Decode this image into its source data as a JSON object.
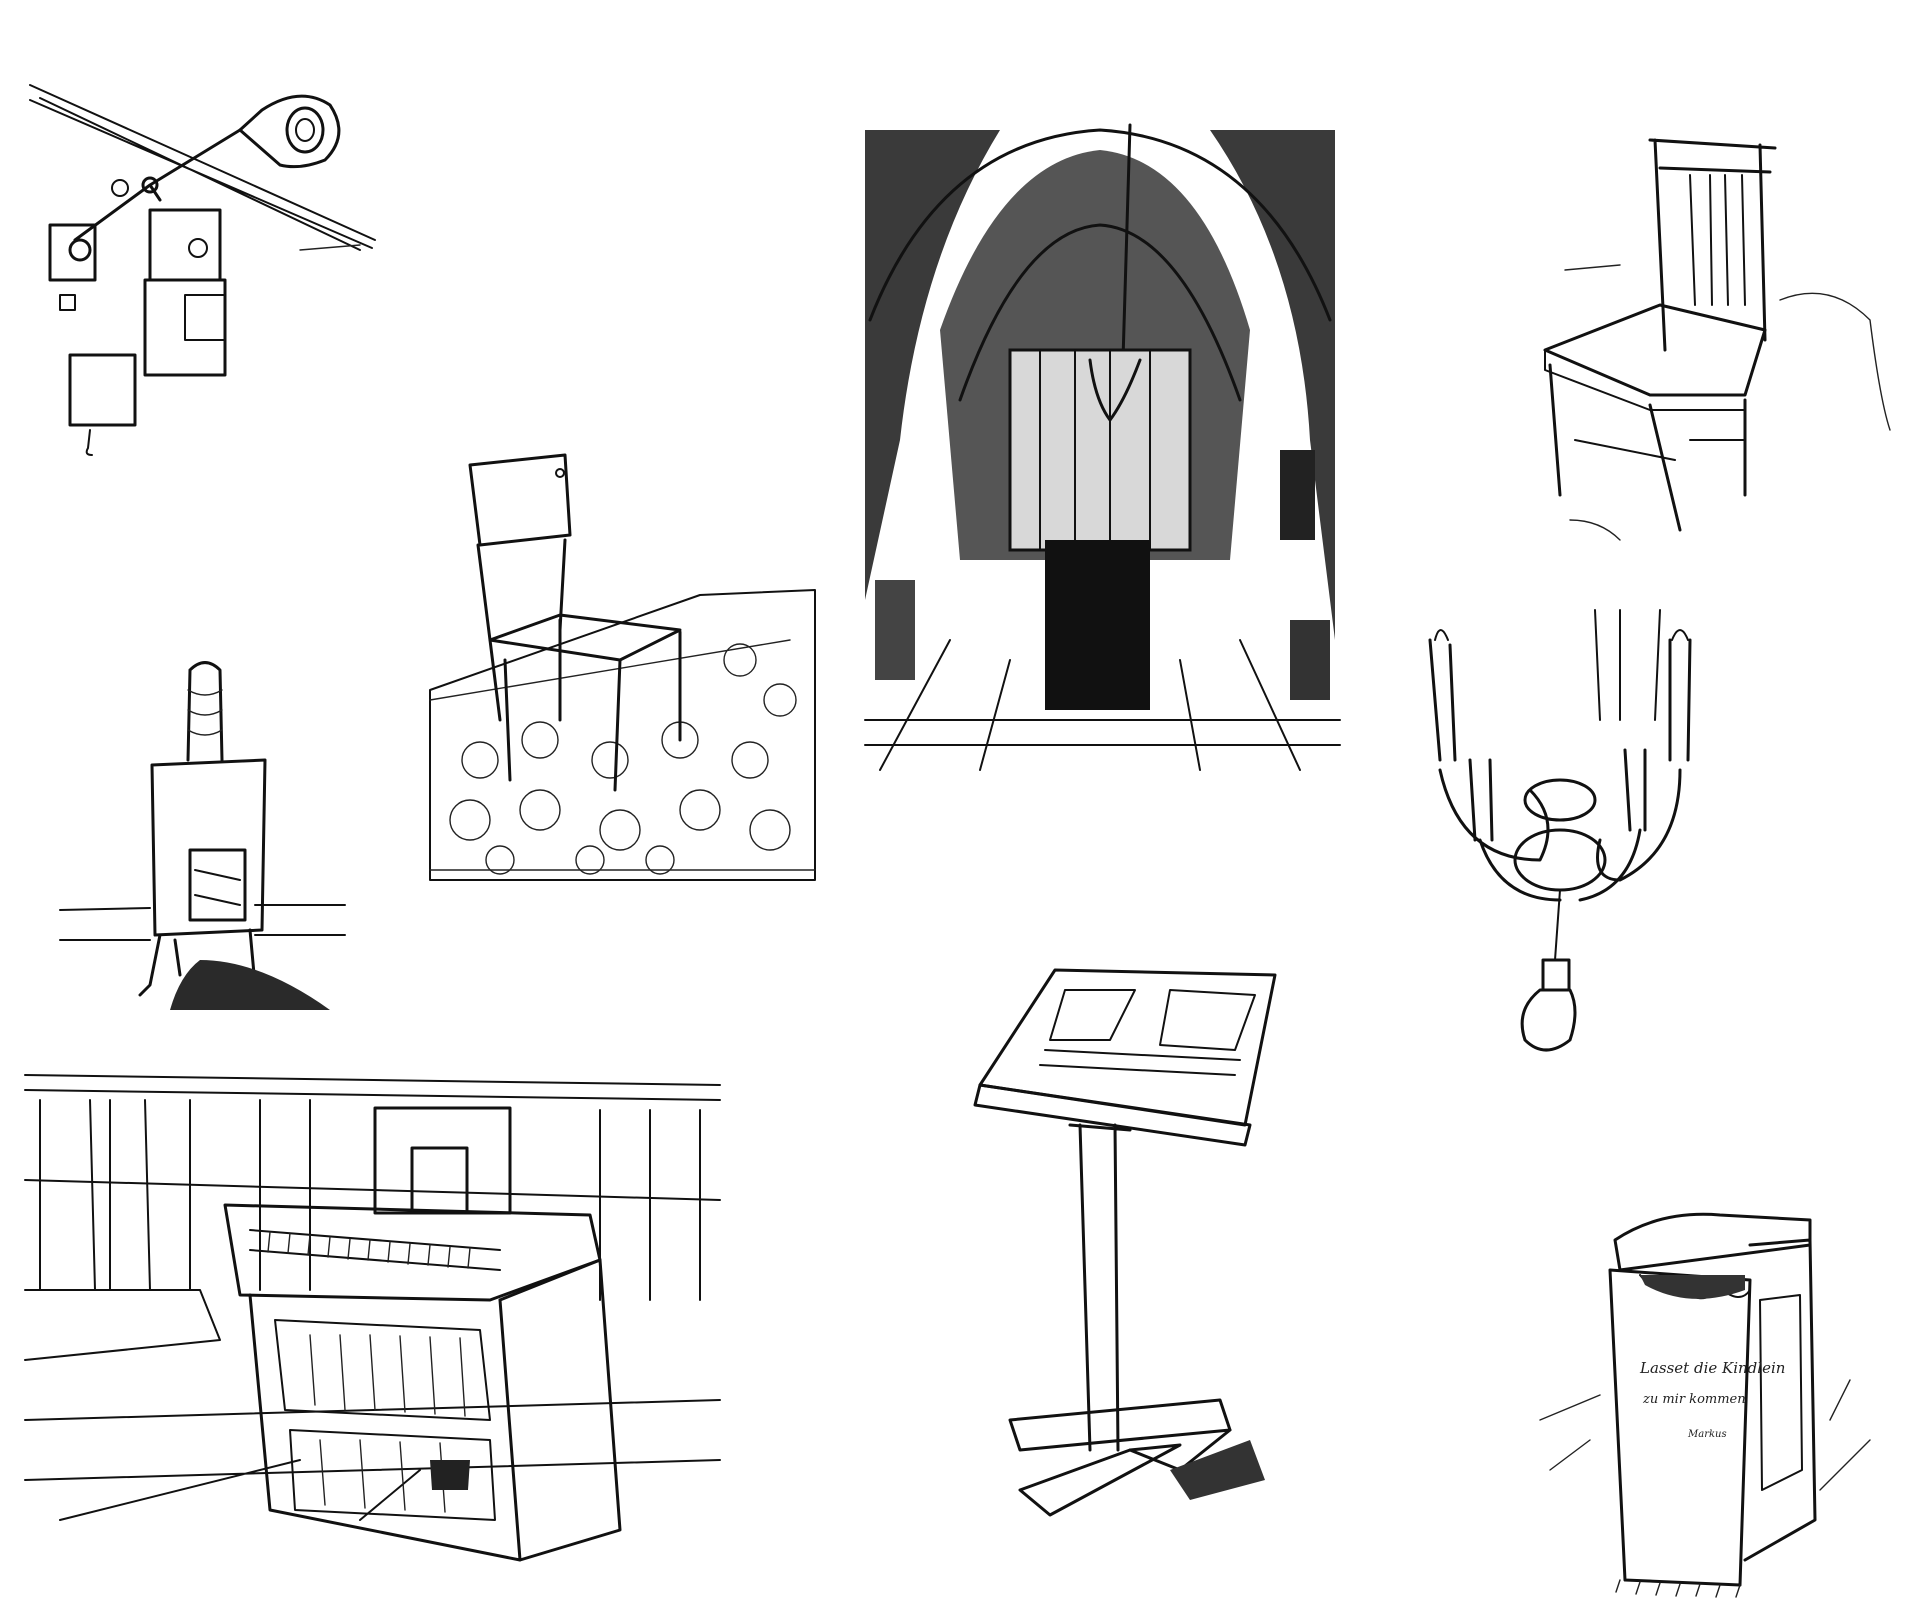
{
  "colors": {
    "paper": "#ffffff",
    "ink": "#111111"
  },
  "sketches": [
    {
      "name": "wall-lamp-and-switches"
    },
    {
      "name": "school-chair-on-rug"
    },
    {
      "name": "church-altar-charcoal"
    },
    {
      "name": "wooden-chair"
    },
    {
      "name": "tiled-stove"
    },
    {
      "name": "chandelier-with-bulb"
    },
    {
      "name": "harmonium-organ"
    },
    {
      "name": "music-lectern"
    },
    {
      "name": "draped-altar-cloth"
    }
  ],
  "altar_cloth": {
    "line1": "Lasset die Kindlein",
    "line2": "zu mir kommen",
    "line3": "Markus"
  }
}
